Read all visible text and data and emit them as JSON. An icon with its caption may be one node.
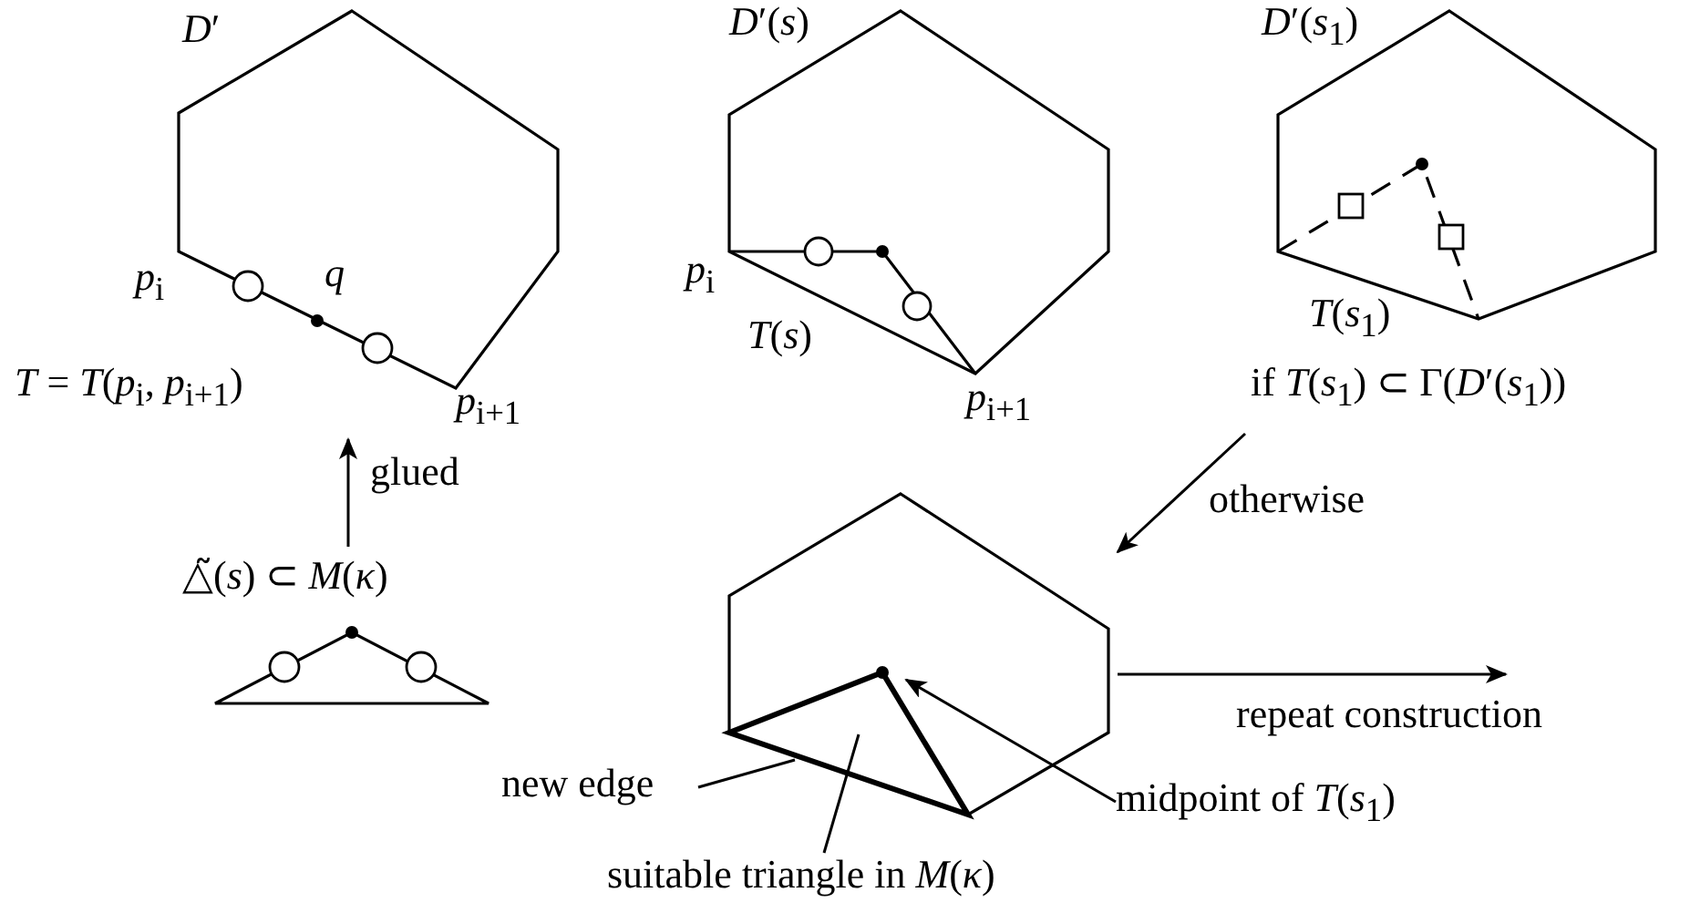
{
  "diagram": {
    "nodes": [
      {
        "text": [
          "*D*′",
          "*q*"
        ],
        "beside": [
          "*p*$_{i}$",
          "*T* = *T*(*p*$_{i}$, *p*$_{i+1}$)",
          "*p*$_{i+1}$"
        ]
      },
      {
        "text": [
          "*D*′(*s*)"
        ],
        "beside": [
          "*p*$_{i}$",
          "*T*(*s*)",
          "*p*$_{i+1}$"
        ]
      },
      {
        "text": [
          "*D*′(*s*$_{1}$)"
        ],
        "beside": [
          "*T*(*s*$_{1}$)",
          "if *T*(*s*$_{1}$) ⊂ Γ(*D*′(*s*$_{1}$))"
        ]
      },
      {
        "text": [
          "△̃(*s*) ⊂ *M*(*κ*)"
        ]
      },
      {
        "text": [],
        "shape": "hexagon"
      },
      {
        "text": [
          "new edge"
        ]
      },
      {
        "text": [
          "midpoint of *T*(*s*$_{1}$)"
        ]
      },
      {
        "text": [
          "suitable triangle in *M*(*κ*)"
        ]
      }
    ],
    "edges": [
      {
        "from": 3,
        "to": 0,
        "arrow": "to",
        "label": "glued"
      },
      {
        "from": 2,
        "to": 4,
        "arrow": "to",
        "label": "otherwise"
      },
      {
        "from": 4,
        "to": null,
        "arrow": "to",
        "label": "repeat construction"
      },
      {
        "from": 5,
        "to": 4,
        "arrow": "none"
      },
      {
        "from": 6,
        "to": 4,
        "arrow": "to"
      },
      {
        "from": 7,
        "to": 4,
        "arrow": "none"
      }
    ]
  }
}
